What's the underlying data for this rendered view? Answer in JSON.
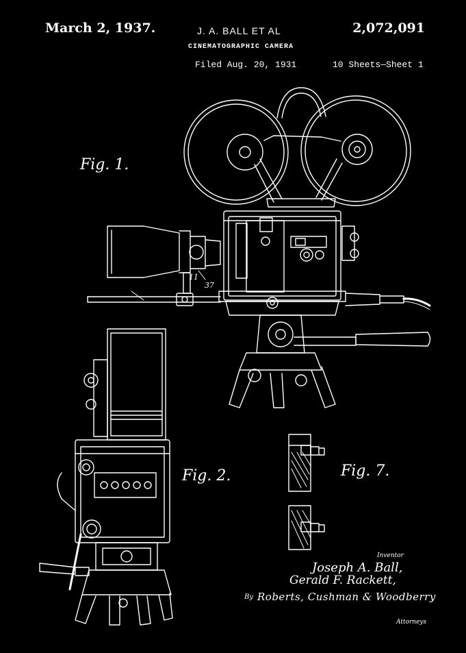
{
  "header": {
    "date": "March 2, 1937.",
    "inventor": "J. A. BALL ET AL",
    "patent_number": "2,072,091",
    "title": "CINEMATOGRAPHIC CAMERA",
    "filed": "Filed Aug. 20, 1931",
    "sheets": "10 Sheets—Sheet 1"
  },
  "figures": {
    "fig1": "Fig. 1.",
    "fig2": "Fig. 2.",
    "fig7": "Fig. 7."
  },
  "callouts": {
    "l1": "11",
    "l37": "37"
  },
  "signature_block": {
    "inventor_label": "Inventor",
    "name1": "Joseph A. Ball,",
    "name2": "Gerald F. Rackett,",
    "by": "By",
    "attorneys_signature": "Roberts, Cushman & Woodberry",
    "attorneys_label": "Attorneys"
  }
}
